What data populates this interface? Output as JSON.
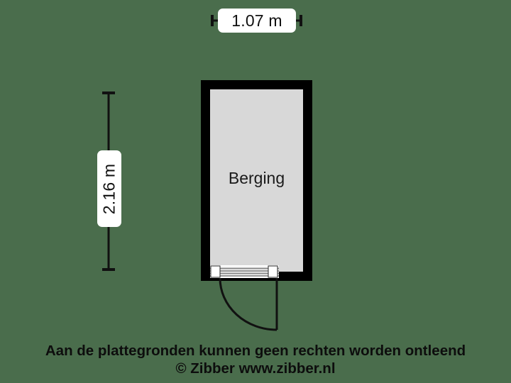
{
  "plan": {
    "background_color": "#4a6d4c",
    "wall_color": "#000000",
    "room_fill_color": "#d8d8d8",
    "dimension_line_color": "#111111",
    "door_line_color": "#111111"
  },
  "dimensions": {
    "top": {
      "label": "1.07 m",
      "orientation": "horizontal"
    },
    "left": {
      "label": "2.16 m",
      "orientation": "vertical"
    }
  },
  "rooms": [
    {
      "name": "Berging"
    }
  ],
  "door": {
    "swing": "outward",
    "hinge_side": "right"
  },
  "caption": {
    "line1": "Aan de plattegronden kunnen geen rechten worden ontleend",
    "line2": "© Zibber www.zibber.nl"
  }
}
